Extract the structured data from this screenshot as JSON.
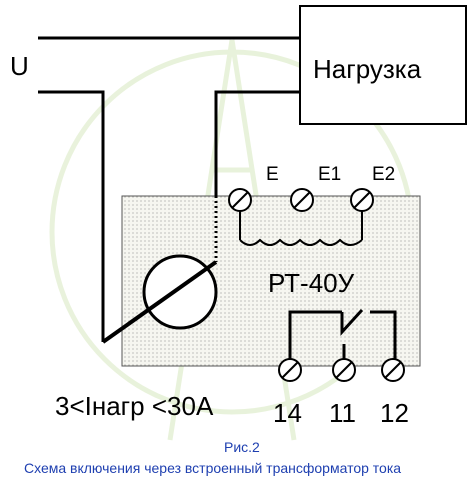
{
  "supply_label": "U",
  "load_label": "Нагрузка",
  "relay_label": "РТ-40У",
  "terminal_labels": {
    "e": "E",
    "e1": "E1",
    "e2": "E2",
    "t14": "14",
    "t11": "11",
    "t12": "12"
  },
  "current_range": "3<Iнагр <30А",
  "figure_number": "Рис.2",
  "caption": "Схема включения через встроенный трансформатор тока",
  "colors": {
    "line": "#000000",
    "caption": "#1e3fb0",
    "relay_fill": "#f4f4ee",
    "watermark": "#dcecc4"
  }
}
